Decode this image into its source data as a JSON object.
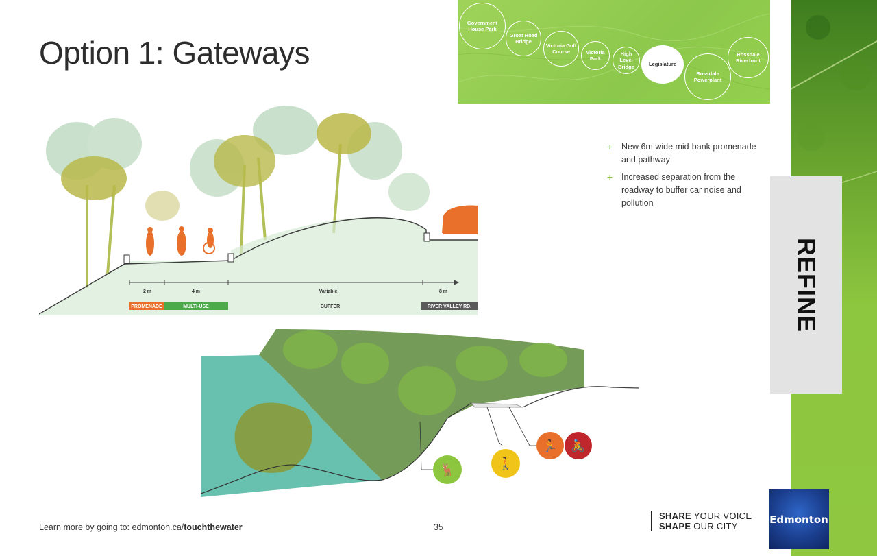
{
  "page": {
    "title": "Option 1: Gateways",
    "page_number": "35"
  },
  "map": {
    "nodes": [
      {
        "label": "Government House Park",
        "active": false
      },
      {
        "label": "Groat Road Bridge",
        "active": false
      },
      {
        "label": "Victoria Golf Course",
        "active": false
      },
      {
        "label": "Victoria Park",
        "active": false
      },
      {
        "label": "High Level Bridge",
        "active": false
      },
      {
        "label": "Legislature",
        "active": true
      },
      {
        "label": "Rossdale Powerplant",
        "active": false
      },
      {
        "label": "Rossdale Riverfront",
        "active": false
      }
    ]
  },
  "bullets": [
    "New 6m wide mid-bank promenade and pathway",
    "Increased separation from the roadway to buffer car noise and pollution"
  ],
  "sidebar": {
    "label": "REFINE"
  },
  "section": {
    "dimensions": [
      "2 m",
      "4 m",
      "Variable",
      "8 m"
    ],
    "zones": [
      {
        "label": "PROMENADE",
        "color": "#e8702a"
      },
      {
        "label": "MULTI-USE",
        "color": "#4caa4a"
      },
      {
        "label": "BUFFER",
        "color": "#ffffff"
      },
      {
        "label": "RIVER VALLEY RD.",
        "color": "#5a5a5a"
      }
    ]
  },
  "icons": {
    "wildlife": "deer-icon",
    "walking": "walking-icon",
    "running": "running-icon",
    "cycling": "bicycle-icon"
  },
  "footer": {
    "learn_prefix": "Learn more by going to: edmonton.ca/",
    "learn_bold": "touchthewater",
    "share_bold_1": "SHARE",
    "share_rest_1": " YOUR VOICE",
    "share_bold_2": "SHAPE",
    "share_rest_2": " OUR CITY",
    "logo_text": "Edmonton"
  }
}
